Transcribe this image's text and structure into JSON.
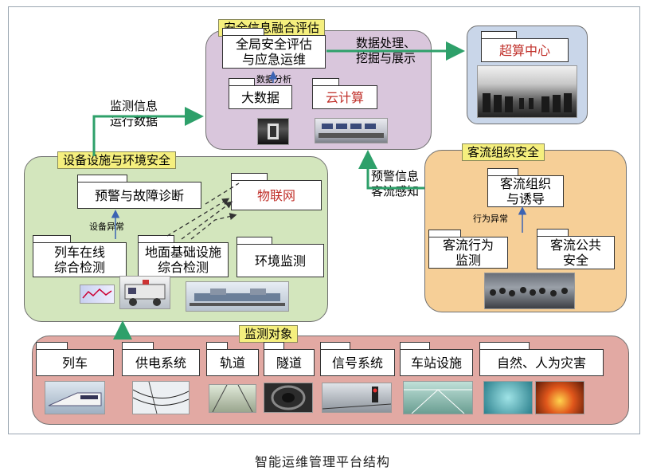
{
  "panels": {
    "safety_fusion": {
      "title": "安全信息融合评估",
      "global_box": "全局安全评估\n与应急运维",
      "data_analysis": "数据分析",
      "big_data": "大数据",
      "cloud": "云计算"
    },
    "supercomputer": {
      "title": "超算中心"
    },
    "equipment": {
      "title": "设备设施与环境安全",
      "warning_box": "预警与故障诊断",
      "iot": "物联网",
      "anomaly": "设备异常",
      "train_online": "列车在线\n综合检测",
      "ground_infra": "地面基础设施\n综合检测",
      "env_monitor": "环境监测"
    },
    "passenger": {
      "title": "客流组织安全",
      "guide_box": "客流组织\n与诱导",
      "behavior_anomaly": "行为异常",
      "behavior_monitor": "客流行为\n监测",
      "public_safety": "客流公共\n安全"
    },
    "monitoring": {
      "title": "监测对象",
      "items": [
        "列车",
        "供电系统",
        "轨道",
        "隧道",
        "信号系统",
        "车站设施",
        "自然、人为灾害"
      ]
    }
  },
  "flow_labels": {
    "monitor_info": "监测信息\n运行数据",
    "data_process": "数据处理、\n挖掘与展示",
    "warning_info": "预警信息\n客流感知"
  },
  "caption": "智能运维管理平台结构",
  "colors": {
    "fusion_bg": "#d9c6dc",
    "super_bg": "#c9d6e9",
    "equip_bg": "#d3e6bd",
    "passenger_bg": "#f6cf97",
    "monitor_bg": "#e2a9a3",
    "arrow": "#2ea06a",
    "title_bg": "#f5ef7e"
  }
}
